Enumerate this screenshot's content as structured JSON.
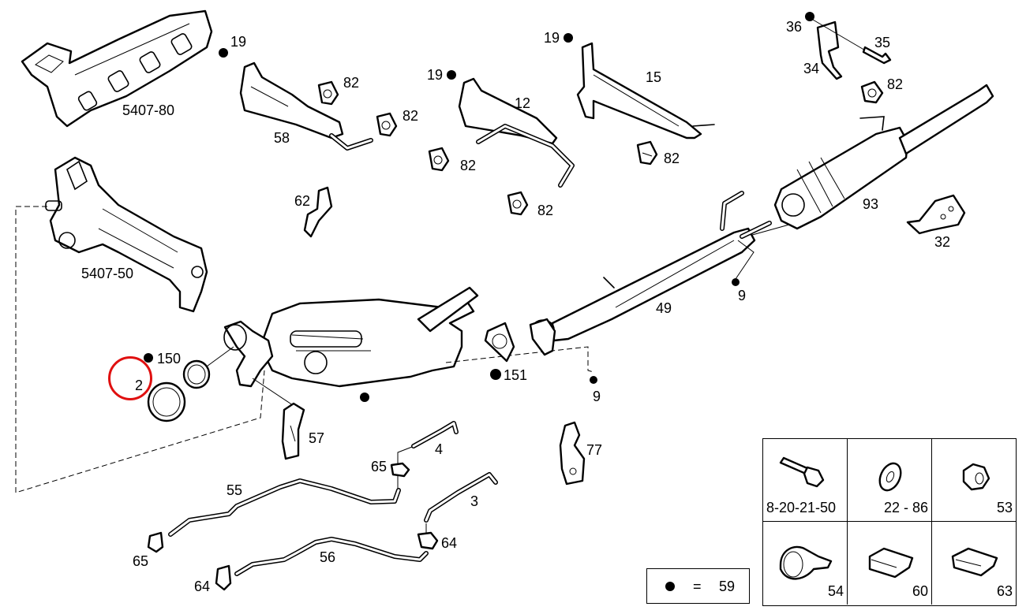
{
  "diagram": {
    "title": "Exhaust system exploded parts diagram",
    "highlight_color": "#e01010",
    "highlighted_callout": "2",
    "callouts": [
      {
        "id": "c-19a",
        "text": "19"
      },
      {
        "id": "c-5407-80",
        "text": "5407-80"
      },
      {
        "id": "c-82a",
        "text": "82"
      },
      {
        "id": "c-82b",
        "text": "82"
      },
      {
        "id": "c-58",
        "text": "58"
      },
      {
        "id": "c-19b",
        "text": "19"
      },
      {
        "id": "c-12",
        "text": "12"
      },
      {
        "id": "c-82c",
        "text": "82"
      },
      {
        "id": "c-82d",
        "text": "82"
      },
      {
        "id": "c-19c",
        "text": "19"
      },
      {
        "id": "c-15",
        "text": "15"
      },
      {
        "id": "c-82e",
        "text": "82"
      },
      {
        "id": "c-36",
        "text": "36"
      },
      {
        "id": "c-35",
        "text": "35"
      },
      {
        "id": "c-34",
        "text": "34"
      },
      {
        "id": "c-82f",
        "text": "82"
      },
      {
        "id": "c-93",
        "text": "93"
      },
      {
        "id": "c-32",
        "text": "32"
      },
      {
        "id": "c-62",
        "text": "62"
      },
      {
        "id": "c-5407-50",
        "text": "5407-50"
      },
      {
        "id": "c-49",
        "text": "49"
      },
      {
        "id": "c-9a",
        "text": "9"
      },
      {
        "id": "c-150",
        "text": "150"
      },
      {
        "id": "c-2",
        "text": "2"
      },
      {
        "id": "c-151",
        "text": "151"
      },
      {
        "id": "c-9b",
        "text": "9"
      },
      {
        "id": "c-57",
        "text": "57"
      },
      {
        "id": "c-77",
        "text": "77"
      },
      {
        "id": "c-4",
        "text": "4"
      },
      {
        "id": "c-65a",
        "text": "65"
      },
      {
        "id": "c-55",
        "text": "55"
      },
      {
        "id": "c-3",
        "text": "3"
      },
      {
        "id": "c-64a",
        "text": "64"
      },
      {
        "id": "c-65b",
        "text": "65"
      },
      {
        "id": "c-56",
        "text": "56"
      },
      {
        "id": "c-64b",
        "text": "64"
      }
    ]
  },
  "hardware_legend": {
    "cells": [
      {
        "label": "8-20-21-50",
        "icon": "bolt-icon"
      },
      {
        "label": "22 - 86",
        "icon": "washer-icon"
      },
      {
        "label": "53",
        "icon": "flange-nut-icon"
      },
      {
        "label": "54",
        "icon": "rubber-mount-clamp-icon"
      },
      {
        "label": "60",
        "icon": "clip-icon"
      },
      {
        "label": "63",
        "icon": "clip-icon"
      }
    ]
  },
  "bullet_key": {
    "symbol": "filled-dot",
    "equals": "=",
    "value": "59"
  }
}
